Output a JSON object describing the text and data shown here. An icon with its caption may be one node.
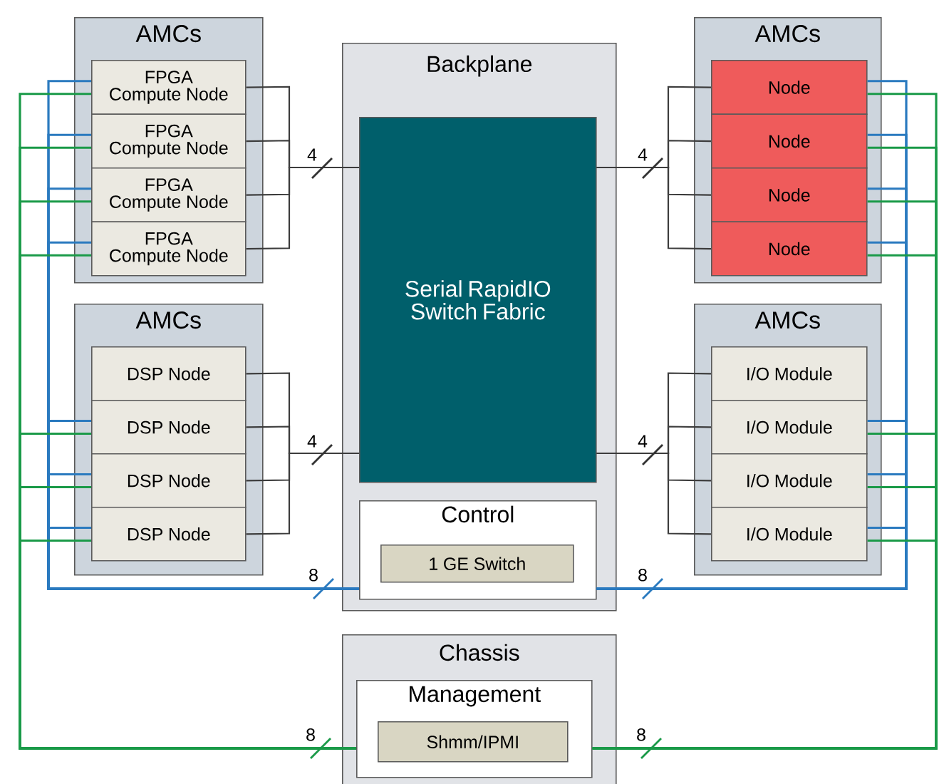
{
  "diagram": {
    "nodes": [
      {
        "text": [
          "AMCs"
        ]
      },
      {
        "text": [
          "FPGA Compute Node"
        ],
        "in": 0
      },
      {
        "text": [
          "FPGA Compute Node"
        ],
        "in": 0
      },
      {
        "text": [
          "FPGA Compute Node"
        ],
        "in": 0
      },
      {
        "text": [
          "FPGA Compute Node"
        ],
        "in": 0
      },
      {
        "text": [
          "AMCs"
        ]
      },
      {
        "text": [
          "DSP Node"
        ],
        "in": 5
      },
      {
        "text": [
          "DSP Node"
        ],
        "in": 5
      },
      {
        "text": [
          "DSP Node"
        ],
        "in": 5
      },
      {
        "text": [
          "DSP Node"
        ],
        "in": 5
      },
      {
        "text": [
          "Backplane"
        ]
      },
      {
        "text": [
          "Serial RapidIO Switch Fabric"
        ],
        "in": 10
      },
      {
        "text": [
          "Control"
        ],
        "in": 10
      },
      {
        "text": [
          "1 GE Switch"
        ],
        "in": 12
      },
      {
        "text": [
          "AMCs"
        ]
      },
      {
        "text": [
          "Node"
        ],
        "in": 14
      },
      {
        "text": [
          "Node"
        ],
        "in": 14
      },
      {
        "text": [
          "Node"
        ],
        "in": 14
      },
      {
        "text": [
          "Node"
        ],
        "in": 14
      },
      {
        "text": [
          "AMCs"
        ]
      },
      {
        "text": [
          "I/O Module"
        ],
        "in": 19
      },
      {
        "text": [
          "I/O Module"
        ],
        "in": 19
      },
      {
        "text": [
          "I/O Module"
        ],
        "in": 19
      },
      {
        "text": [
          "I/O Module"
        ],
        "in": 19
      },
      {
        "text": [
          "Chassis"
        ]
      },
      {
        "text": [
          "Management"
        ],
        "in": 24
      },
      {
        "text": [
          "Shmm/IPMI"
        ],
        "in": 25
      }
    ],
    "edges": [
      {
        "from": 1,
        "to": 11,
        "arrow": "none"
      },
      {
        "from": 2,
        "to": 11,
        "arrow": "none"
      },
      {
        "from": 3,
        "to": 11,
        "arrow": "none"
      },
      {
        "from": 4,
        "to": 11,
        "arrow": "none"
      },
      {
        "from": 6,
        "to": 11,
        "arrow": "none"
      },
      {
        "from": 7,
        "to": 11,
        "arrow": "none"
      },
      {
        "from": 8,
        "to": 11,
        "arrow": "none"
      },
      {
        "from": 9,
        "to": 11,
        "arrow": "none"
      },
      {
        "from": 15,
        "to": 11,
        "arrow": "none"
      },
      {
        "from": 16,
        "to": 11,
        "arrow": "none"
      },
      {
        "from": 17,
        "to": 11,
        "arrow": "none"
      },
      {
        "from": 18,
        "to": 11,
        "arrow": "none"
      },
      {
        "from": 20,
        "to": 11,
        "arrow": "none"
      },
      {
        "from": 21,
        "to": 11,
        "arrow": "none"
      },
      {
        "from": 22,
        "to": 11,
        "arrow": "none"
      },
      {
        "from": 23,
        "to": 11,
        "arrow": "none"
      },
      {
        "from": 1,
        "to": 12,
        "arrow": "none",
        "color": "#2a7abf"
      },
      {
        "from": 2,
        "to": 12,
        "arrow": "none",
        "color": "#2a7abf"
      },
      {
        "from": 3,
        "to": 12,
        "arrow": "none",
        "color": "#2a7abf"
      },
      {
        "from": 4,
        "to": 12,
        "arrow": "none",
        "color": "#2a7abf"
      },
      {
        "from": 7,
        "to": 12,
        "arrow": "none",
        "color": "#2a7abf"
      },
      {
        "from": 8,
        "to": 12,
        "arrow": "none",
        "color": "#2a7abf"
      },
      {
        "from": 9,
        "to": 12,
        "arrow": "none",
        "color": "#2a7abf"
      },
      {
        "from": 15,
        "to": 12,
        "arrow": "none",
        "color": "#2a7abf"
      },
      {
        "from": 16,
        "to": 12,
        "arrow": "none",
        "color": "#2a7abf"
      },
      {
        "from": 17,
        "to": 12,
        "arrow": "none",
        "color": "#2a7abf"
      },
      {
        "from": 18,
        "to": 12,
        "arrow": "none",
        "color": "#2a7abf"
      },
      {
        "from": 21,
        "to": 12,
        "arrow": "none",
        "color": "#2a7abf"
      },
      {
        "from": 22,
        "to": 12,
        "arrow": "none",
        "color": "#2a7abf"
      },
      {
        "from": 23,
        "to": 12,
        "arrow": "none",
        "color": "#2a7abf"
      },
      {
        "from": 1,
        "to": 25,
        "arrow": "none",
        "color": "#1a9a48"
      },
      {
        "from": 2,
        "to": 25,
        "arrow": "none",
        "color": "#1a9a48"
      },
      {
        "from": 3,
        "to": 25,
        "arrow": "none",
        "color": "#1a9a48"
      },
      {
        "from": 4,
        "to": 25,
        "arrow": "none",
        "color": "#1a9a48"
      },
      {
        "from": 7,
        "to": 25,
        "arrow": "none",
        "color": "#1a9a48"
      },
      {
        "from": 8,
        "to": 25,
        "arrow": "none",
        "color": "#1a9a48"
      },
      {
        "from": 9,
        "to": 25,
        "arrow": "none",
        "color": "#1a9a48"
      },
      {
        "from": 15,
        "to": 25,
        "arrow": "none",
        "color": "#1a9a48"
      },
      {
        "from": 16,
        "to": 25,
        "arrow": "none",
        "color": "#1a9a48"
      },
      {
        "from": 17,
        "to": 25,
        "arrow": "none",
        "color": "#1a9a48"
      },
      {
        "from": 18,
        "to": 25,
        "arrow": "none",
        "color": "#1a9a48"
      },
      {
        "from": 21,
        "to": 25,
        "arrow": "none",
        "color": "#1a9a48"
      },
      {
        "from": 22,
        "to": 25,
        "arrow": "none",
        "color": "#1a9a48"
      },
      {
        "from": 23,
        "to": 25,
        "arrow": "none",
        "color": "#1a9a48"
      }
    ],
    "labels": [
      "4",
      "4",
      "4",
      "4",
      "8",
      "8",
      "8",
      "8"
    ]
  }
}
